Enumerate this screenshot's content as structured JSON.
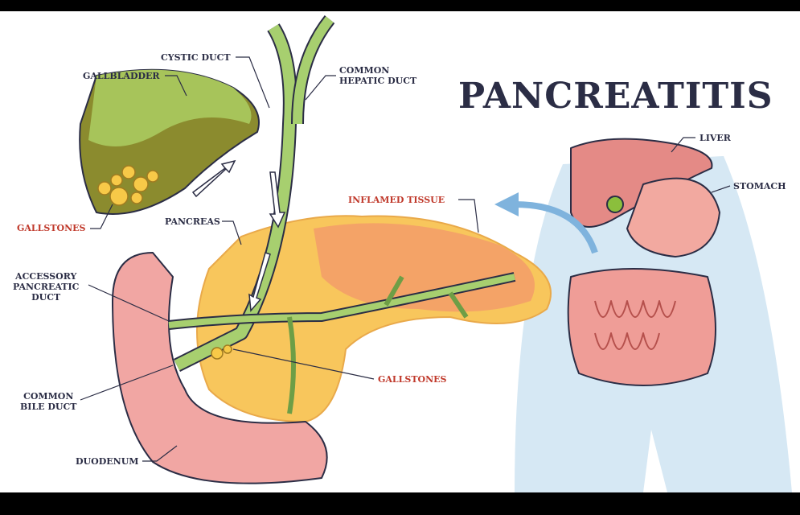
{
  "title": "PANCREATITIS",
  "labels": {
    "gallbladder": "GALLBLADDER",
    "cystic_duct": "CYSTIC DUCT",
    "common_hepatic_duct": "COMMON\nHEPATIC DUCT",
    "liver": "LIVER",
    "stomach": "STOMACH",
    "inflamed_tissue": "INFLAMED TISSUE",
    "gallstones_left": "GALLSTONES",
    "pancreas": "PANCREAS",
    "accessory_pancreatic_duct": "ACCESSORY\nPANCREATIC\nDUCT",
    "common_bile_duct": "COMMON\nBILE DUCT",
    "gallstones_center": "GALLSTONES",
    "duodenum": "DUODENUM"
  },
  "colors": {
    "title": "#2b2d45",
    "highlight": "#c0392b",
    "duct": "#9cc46a",
    "pancreas": "#f7c55a",
    "duodenum": "#f0a3a0",
    "body": "#d3e6f3"
  }
}
